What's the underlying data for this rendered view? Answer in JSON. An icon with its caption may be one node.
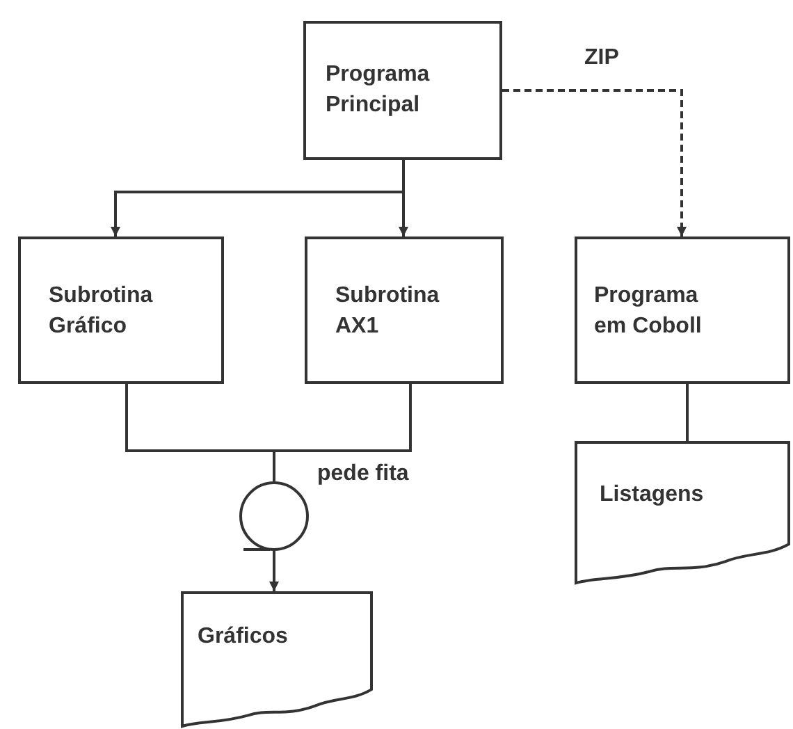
{
  "diagram": {
    "nodes": [
      {
        "text": [
          "Programa Principal"
        ]
      },
      {
        "text": [
          "Subrotina Gráfico"
        ]
      },
      {
        "text": [
          "Subrotina AX1"
        ]
      },
      {
        "text": [
          "Programa em Coboll"
        ]
      },
      {
        "text": [],
        "shape": "circle",
        "beside": [
          "pede fita"
        ]
      },
      {
        "text": [
          "Gráficos"
        ]
      },
      {
        "text": [
          "Listagens"
        ]
      }
    ],
    "edges": [
      {
        "from": 0,
        "to": 1,
        "arrow": "to"
      },
      {
        "from": 0,
        "to": 2,
        "arrow": "to"
      },
      {
        "from": 0,
        "to": 3,
        "arrow": "to",
        "label": "ZIP",
        "style": "dashed"
      },
      {
        "from": 1,
        "to": 4,
        "arrow": "none"
      },
      {
        "from": 2,
        "to": 4,
        "arrow": "none"
      },
      {
        "from": 4,
        "to": 5,
        "arrow": "to"
      },
      {
        "from": 3,
        "to": 6,
        "arrow": "none"
      }
    ]
  }
}
